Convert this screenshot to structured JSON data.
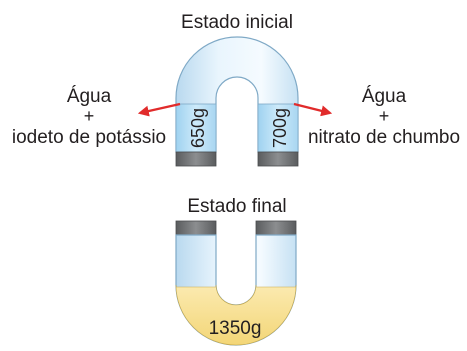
{
  "initial": {
    "title": "Estado inicial",
    "left_label": {
      "line1": "Água",
      "line2": "+",
      "line3": "iodeto de potássio"
    },
    "right_label": {
      "line1": "Água",
      "line2": "+",
      "line3": "nitrato de chumbo"
    },
    "left_mass": "650g",
    "right_mass": "700g"
  },
  "final": {
    "title": "Estado final",
    "mass": "1350g"
  },
  "colors": {
    "tube_glass": "#d8ecf9",
    "liquid_band": "#bfe3f6",
    "cap": "#6b6d6f",
    "precipitate": "#f8e39a",
    "arrow": "#e12b2b"
  }
}
